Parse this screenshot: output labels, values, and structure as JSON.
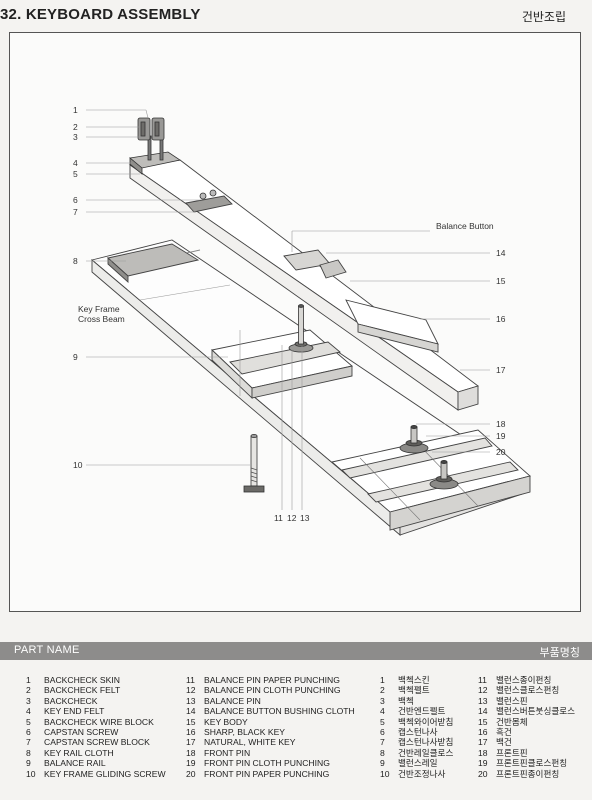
{
  "header": {
    "title": "32. KEYBOARD ASSEMBLY",
    "title_kr": "건반조립"
  },
  "diagram": {
    "callouts": {
      "c1": "1",
      "c2": "2",
      "c3": "3",
      "c4": "4",
      "c5": "5",
      "c6": "6",
      "c7": "7",
      "c8": "8",
      "c9": "9",
      "c10": "10",
      "c11": "11",
      "c12": "12",
      "c13": "13",
      "c14": "14",
      "c15": "15",
      "c16": "16",
      "c17": "17",
      "c18": "18",
      "c19": "19",
      "c20": "20",
      "balance_button": "Balance Button",
      "key_frame_1": "Key Frame",
      "key_frame_2": "Cross Beam"
    }
  },
  "part_list": {
    "heading": "PART NAME",
    "heading_kr": "부품명칭",
    "english": [
      {
        "num": "1",
        "name": "BACKCHECK SKIN"
      },
      {
        "num": "2",
        "name": "BACKCHECK FELT"
      },
      {
        "num": "3",
        "name": "BACKCHECK"
      },
      {
        "num": "4",
        "name": "KEY END FELT"
      },
      {
        "num": "5",
        "name": "BACKCHECK WIRE BLOCK"
      },
      {
        "num": "6",
        "name": "CAPSTAN SCREW"
      },
      {
        "num": "7",
        "name": "CAPSTAN SCREW BLOCK"
      },
      {
        "num": "8",
        "name": "KEY RAIL CLOTH"
      },
      {
        "num": "9",
        "name": "BALANCE RAIL"
      },
      {
        "num": "10",
        "name": "KEY FRAME GLIDING SCREW"
      },
      {
        "num": "11",
        "name": "BALANCE PIN PAPER PUNCHING"
      },
      {
        "num": "12",
        "name": "BALANCE PIN CLOTH PUNCHING"
      },
      {
        "num": "13",
        "name": "BALANCE PIN"
      },
      {
        "num": "14",
        "name": "BALANCE BUTTON BUSHING CLOTH"
      },
      {
        "num": "15",
        "name": "KEY BODY"
      },
      {
        "num": "16",
        "name": "SHARP, BLACK KEY"
      },
      {
        "num": "17",
        "name": "NATURAL, WHITE KEY"
      },
      {
        "num": "18",
        "name": "FRONT PIN"
      },
      {
        "num": "19",
        "name": "FRONT PIN CLOTH PUNCHING"
      },
      {
        "num": "20",
        "name": "FRONT PIN PAPER PUNCHING"
      }
    ],
    "korean": [
      {
        "num": "1",
        "name": "백첵스킨"
      },
      {
        "num": "2",
        "name": "백첵펠트"
      },
      {
        "num": "3",
        "name": "백첵"
      },
      {
        "num": "4",
        "name": "건반엔드펠트"
      },
      {
        "num": "5",
        "name": "백첵와이어받침"
      },
      {
        "num": "6",
        "name": "캡스턴나사"
      },
      {
        "num": "7",
        "name": "캡스턴나사받침"
      },
      {
        "num": "8",
        "name": "건반레일클로스"
      },
      {
        "num": "9",
        "name": "밸런스레일"
      },
      {
        "num": "10",
        "name": "건반조정나사"
      },
      {
        "num": "11",
        "name": "밸런스종이펀칭"
      },
      {
        "num": "12",
        "name": "밸런스클로스펀칭"
      },
      {
        "num": "13",
        "name": "밸런스핀"
      },
      {
        "num": "14",
        "name": "밸런스버튼붓싱클로스"
      },
      {
        "num": "15",
        "name": "건반몸체"
      },
      {
        "num": "16",
        "name": "흑건"
      },
      {
        "num": "17",
        "name": "백건"
      },
      {
        "num": "18",
        "name": "프론트핀"
      },
      {
        "num": "19",
        "name": "프론트핀클로스펀칭"
      },
      {
        "num": "20",
        "name": "프론트핀종이펀칭"
      }
    ]
  }
}
